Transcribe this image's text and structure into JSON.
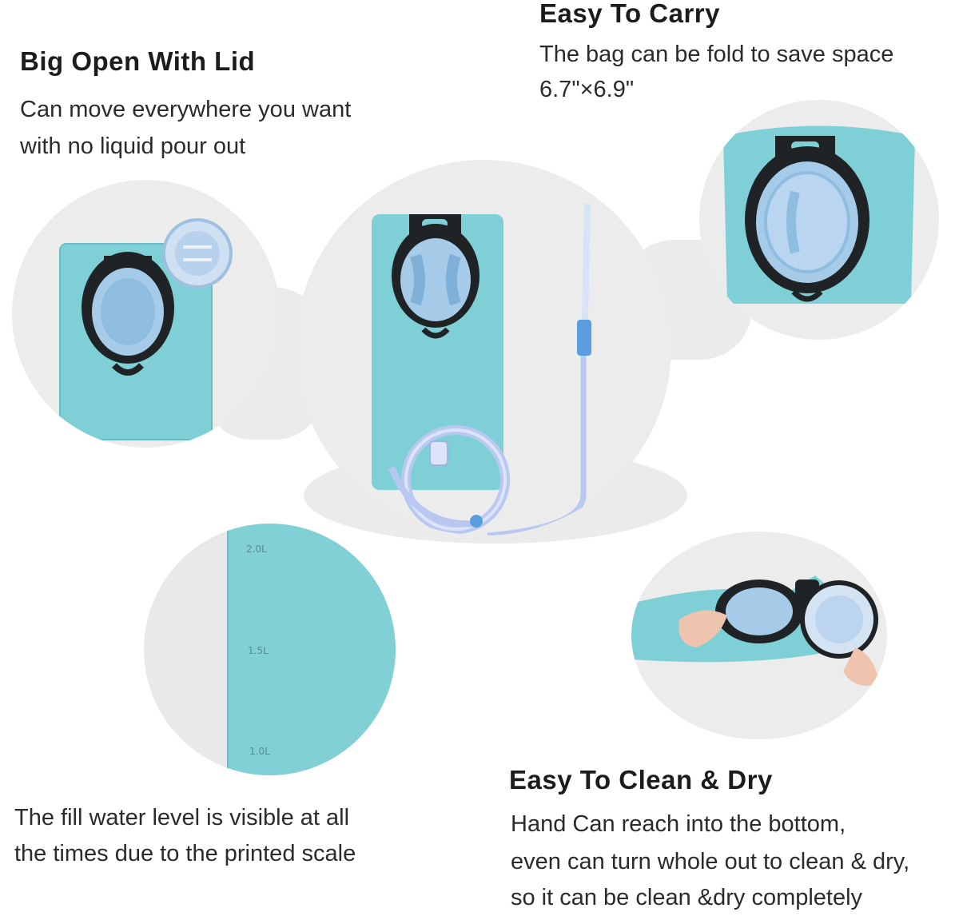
{
  "features": {
    "lid": {
      "title": "Big Open With Lid",
      "line1": "Can move everywhere you want",
      "line2": "with no liquid pour out"
    },
    "carry": {
      "title": "Easy To Carry",
      "line1": "The bag can be fold to save space",
      "line2": "6.7\"×6.9\""
    },
    "scale": {
      "line1": "The fill water level is visible at all",
      "line2": "the times due to the printed scale",
      "marks": [
        "2.0L",
        "1.5L",
        "1.0L"
      ]
    },
    "clean": {
      "title": "Easy To Clean & Dry",
      "line1": "Hand Can reach into the bottom,",
      "line2": "even can turn whole out to clean & dry,",
      "line3": "so it can be clean &dry completely"
    }
  },
  "colors": {
    "bladder": "#7fcfd6",
    "lid_ring": "#1f2326",
    "tube": "#b9c8f0",
    "background_blob": "#ebebeb"
  }
}
